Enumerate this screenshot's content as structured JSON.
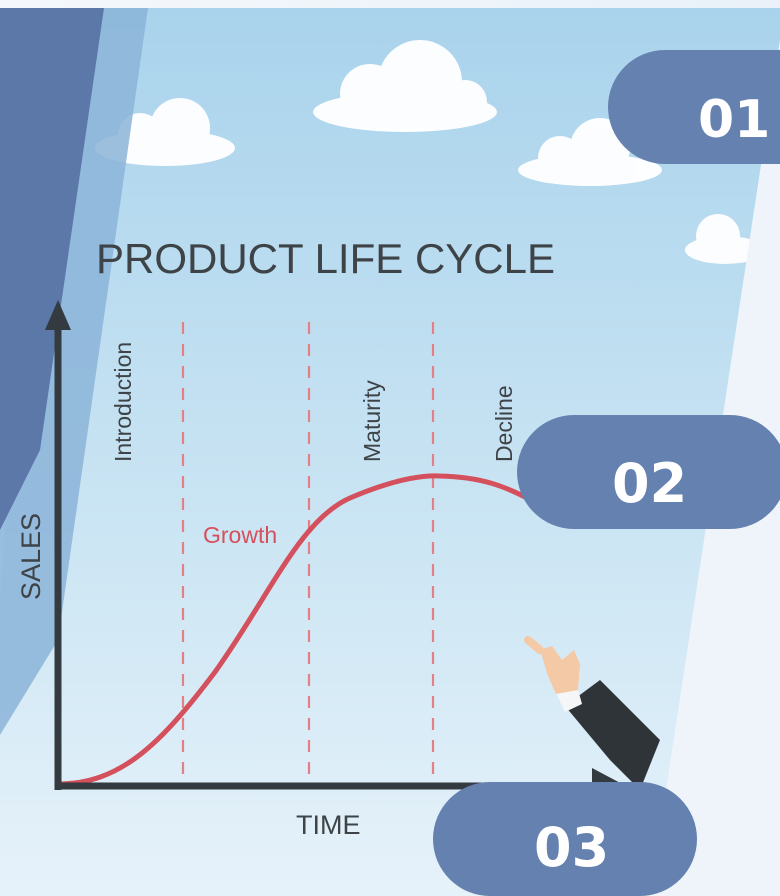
{
  "diagram": {
    "title": "PRODUCT LIFE CYCLE",
    "axes": {
      "x_label": "TIME",
      "y_label": "SALES"
    },
    "stages": [
      "Introduction",
      "Growth",
      "Maturity",
      "Decline"
    ]
  },
  "badges": [
    "01",
    "02",
    "03"
  ],
  "colors": {
    "sky": "#b9dcef",
    "panel": "#5b78a8",
    "badge": "#6481b0",
    "curve": "#d4505c",
    "dashes": "#e57f86",
    "axis": "#333b40",
    "text": "#3e4347"
  },
  "icons": [
    "cloud-icon",
    "pointing-hand-icon",
    "axis-arrow-icon"
  ]
}
